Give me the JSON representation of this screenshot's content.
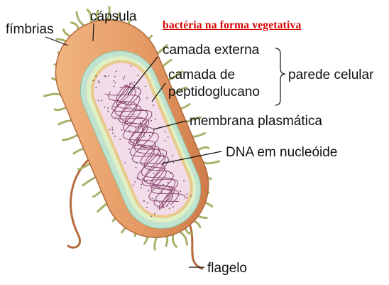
{
  "title": "bactéria na forma vegetativa",
  "labels": {
    "fimbrias": "fímbrias",
    "capsula": "cápsula",
    "camada_externa": "camada externa",
    "camada_de": "camada de",
    "peptidoglucano": "peptidoglucano",
    "parede_celular": "parede celular",
    "membrana_plasmatica": "membrana plasmática",
    "dna": "DNA em nucleóide",
    "flagelo": "flagelo"
  },
  "colors": {
    "title": "#d40000",
    "capsule": "#e59a64",
    "outer_layer": "#bfe3cf",
    "peptidoglycan": "#dff0c4",
    "membrane": "#e9c98a",
    "cytoplasm": "#f3dcea",
    "dna": "#8a4870",
    "pili": "#a8b06a",
    "flagellum": "#b46a3c"
  }
}
